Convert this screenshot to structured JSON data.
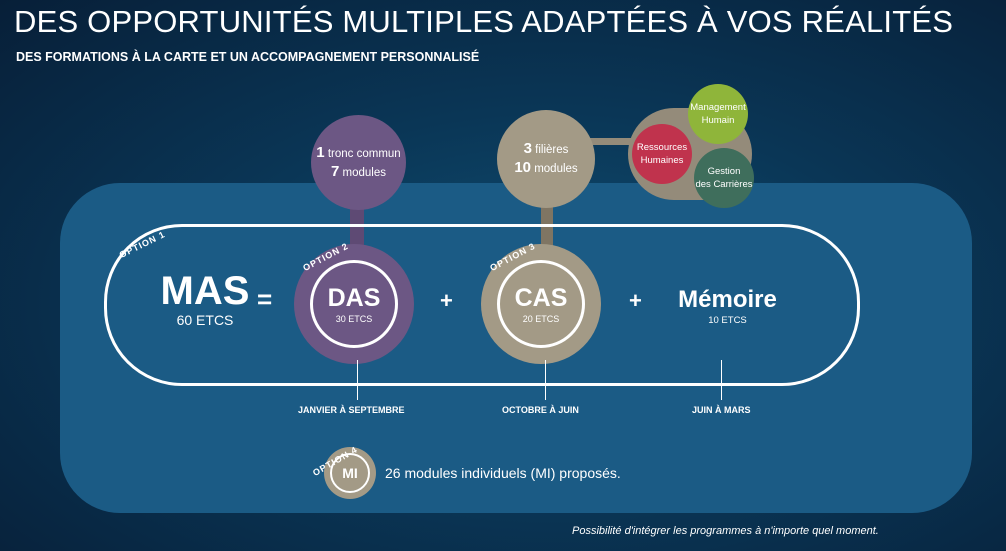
{
  "header": {
    "title": "DES OPPORTUNITÉS MULTIPLES ADAPTÉES À VOS RÉALITÉS",
    "subtitle": "DES FORMATIONS À LA CARTE ET UN ACCOMPAGNEMENT PERSONNALISÉ"
  },
  "options": {
    "option1": "OPTION 1",
    "option2": "OPTION 2",
    "option3": "OPTION 3",
    "option4": "OPTION 4"
  },
  "mas": {
    "name": "MAS",
    "etcs": "60 ETCS"
  },
  "operators": {
    "equals": "=",
    "plus": "+"
  },
  "das": {
    "code": "DAS",
    "etcs": "30 ETCS",
    "bubble_num1": "1",
    "bubble_text1": "tronc commun",
    "bubble_num2": "7",
    "bubble_text2": "modules",
    "period": "JANVIER À SEPTEMBRE"
  },
  "cas": {
    "code": "CAS",
    "etcs": "20 ETCS",
    "bubble_num1": "3",
    "bubble_text1": "filières",
    "bubble_num2": "10",
    "bubble_text2": "modules",
    "period": "OCTOBRE À JUIN"
  },
  "filieres": {
    "management_l1": "Management",
    "management_l2": "Humain",
    "rh_l1": "Ressources",
    "rh_l2": "Humaines",
    "gestion_l1": "Gestion",
    "gestion_l2": "des Carrières"
  },
  "memoire": {
    "name": "Mémoire",
    "etcs": "10 ETCS",
    "period": "JUIN À MARS"
  },
  "mi": {
    "code": "MI",
    "text": "26 modules individuels (MI) proposés."
  },
  "footnote": "Possibilité d'intégrer les programmes à n'importe quel moment.",
  "colors": {
    "das": "#6c5784",
    "cas": "#a39a86",
    "management": "#8fb53a",
    "rh": "#c0334d",
    "gestion": "#3f6e5c",
    "panel": "#1b5b85"
  }
}
